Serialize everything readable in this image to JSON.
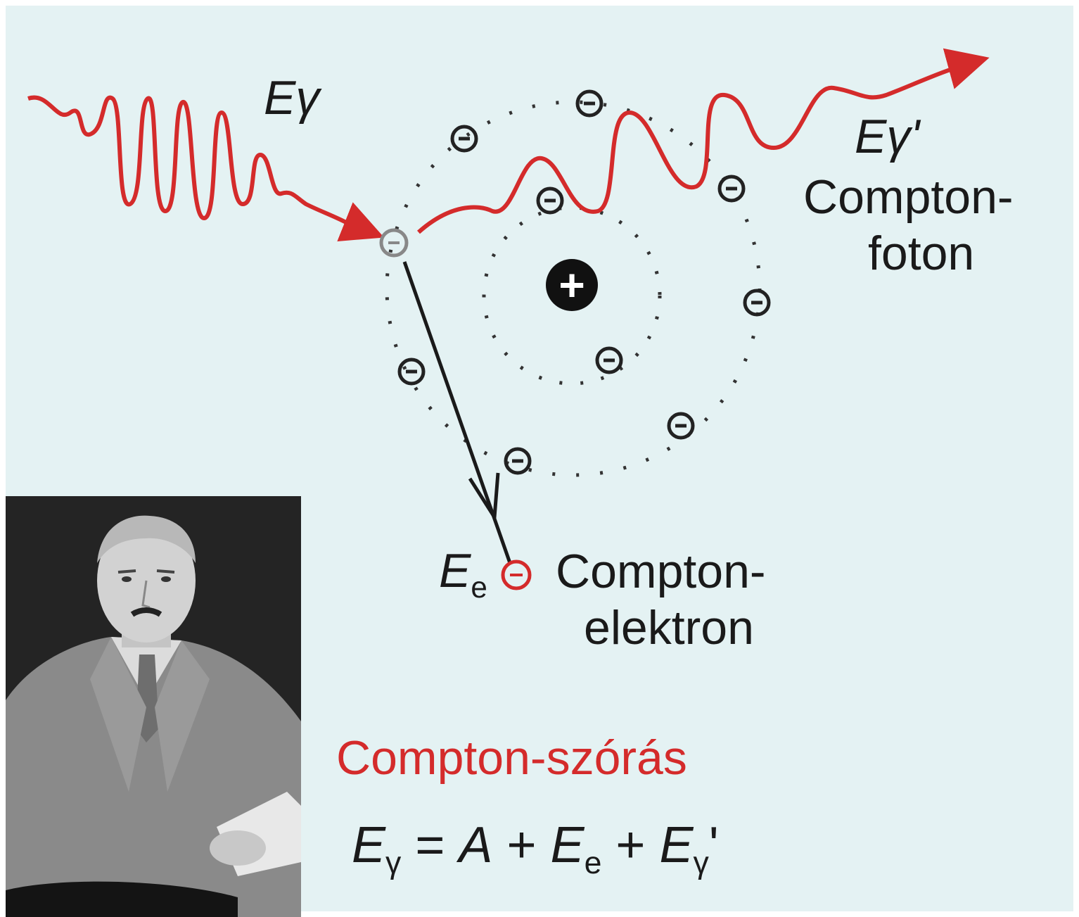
{
  "labels": {
    "incoming_photon_energy": "Eγ",
    "scattered_photon_energy": "Eγ'",
    "scattered_photon_name_line1": "Compton-",
    "scattered_photon_name_line2": "foton",
    "electron_energy_symbol": "E",
    "electron_energy_subscript": "e",
    "electron_name_line1": "Compton-",
    "electron_name_line2": "elektron"
  },
  "title": "Compton-szórás",
  "equation": {
    "lhs_symbol": "E",
    "lhs_subscript": "γ",
    "equals": "=",
    "term_a": "A",
    "plus": "+",
    "term_ee_symbol": "E",
    "term_ee_subscript": "e",
    "term_eg_symbol": "E",
    "term_eg_subscript": "γ",
    "prime": "'"
  },
  "charges": {
    "nucleus": "+",
    "electron": "−"
  },
  "colors": {
    "background": "#e4f2f3",
    "photon_wave": "#d42b2b",
    "text": "#1a1a1a",
    "title": "#d42b2b"
  }
}
